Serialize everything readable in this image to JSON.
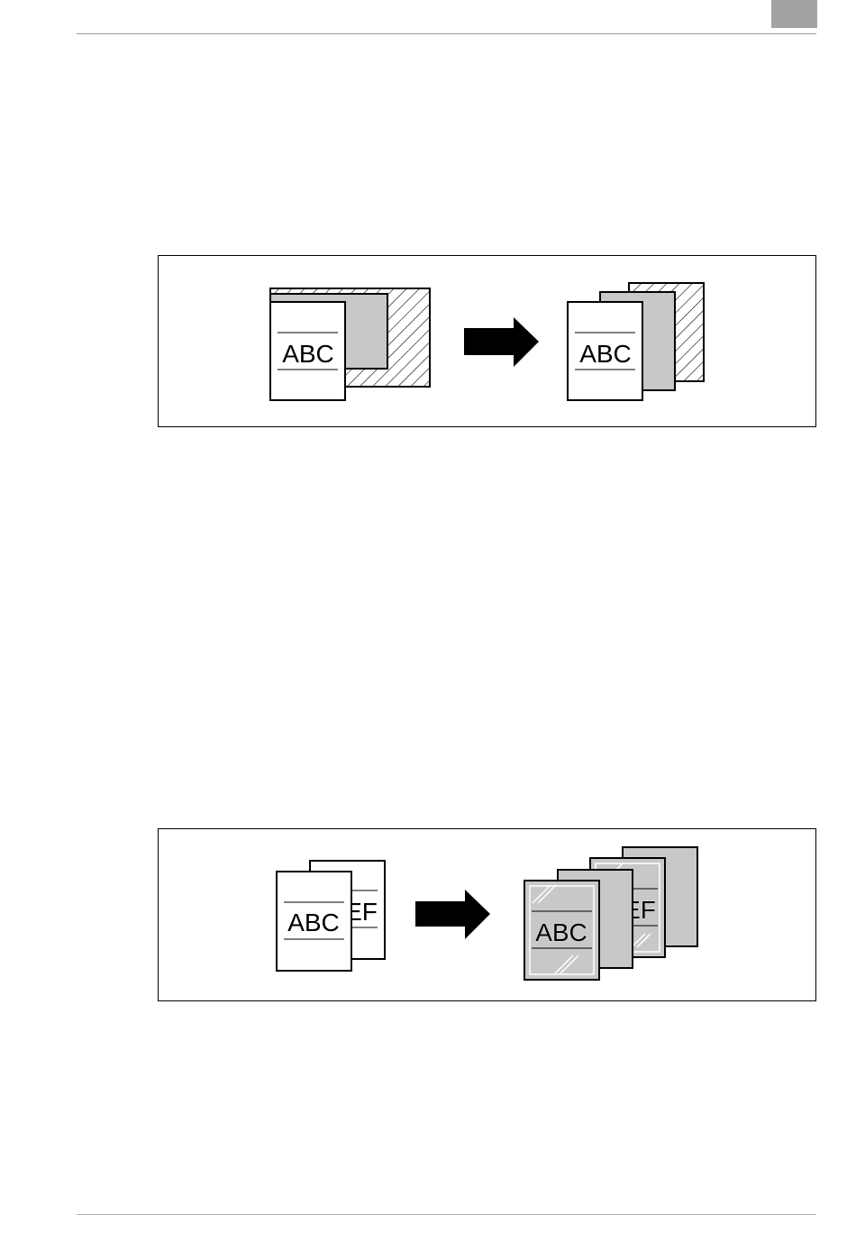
{
  "figures": [
    {
      "original_label": "ABC",
      "result_label": "ABC"
    },
    {
      "front_label": "ABC",
      "back_label": "EF",
      "result_front_label": "ABC",
      "result_back_label": "EF"
    }
  ],
  "colors": {
    "tab": "#a3a3a3",
    "gray_sheet": "#c8c8c8",
    "rule": "#9a9a9a"
  }
}
